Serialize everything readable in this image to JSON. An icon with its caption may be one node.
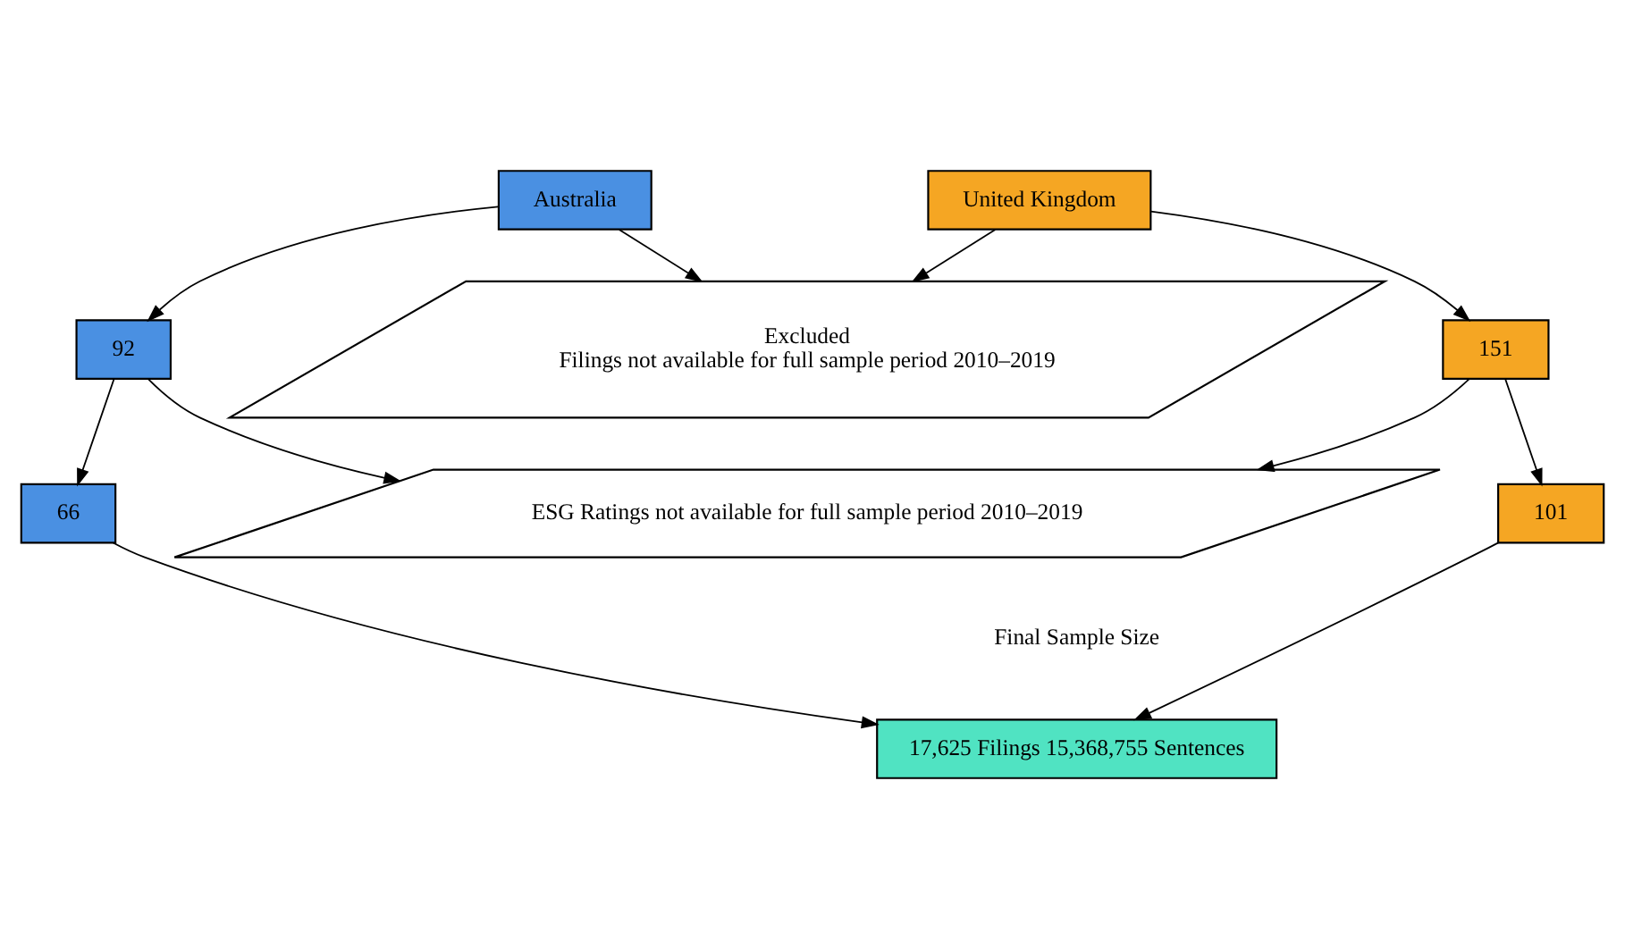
{
  "diagram": {
    "nodes": [
      {
        "text": [
          "Australia"
        ]
      },
      {
        "text": [
          "United Kingdom"
        ]
      },
      {
        "text": [
          "Excluded",
          "Filings not available for full sample period 2010–2019"
        ]
      },
      {
        "text": [
          "92"
        ]
      },
      {
        "text": [
          "151"
        ]
      },
      {
        "text": [
          "ESG Ratings not available for full sample period 2010–2019"
        ]
      },
      {
        "text": [
          "66"
        ]
      },
      {
        "text": [
          "101"
        ]
      },
      {
        "text": [
          "17,625 Filings 15,368,755 Sentences"
        ]
      }
    ],
    "edges": [
      {
        "from": 0,
        "to": 3,
        "arrow": "to"
      },
      {
        "from": 1,
        "to": 4,
        "arrow": "to"
      },
      {
        "from": 0,
        "to": 2,
        "arrow": "to"
      },
      {
        "from": 1,
        "to": 2,
        "arrow": "to"
      },
      {
        "from": 3,
        "to": 6,
        "arrow": "to"
      },
      {
        "from": 4,
        "to": 7,
        "arrow": "to"
      },
      {
        "from": 3,
        "to": 5,
        "arrow": "to"
      },
      {
        "from": 4,
        "to": 5,
        "arrow": "to"
      },
      {
        "from": 6,
        "to": 8,
        "arrow": "to"
      },
      {
        "from": 7,
        "to": 8,
        "arrow": "to"
      }
    ],
    "labels": [
      "Final Sample Size"
    ]
  }
}
